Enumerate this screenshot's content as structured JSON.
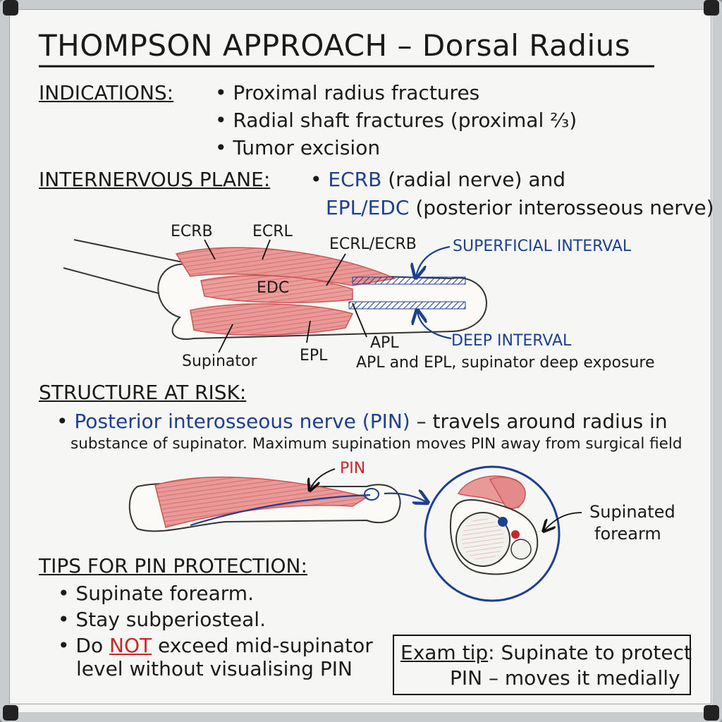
{
  "title": "THOMPSON APPROACH – Dorsal Radius",
  "indications": {
    "heading": "INDICATIONS",
    "items": [
      "Proximal radius fractures",
      "Radial shaft fractures (proximal ⅔)",
      "Tumor excision"
    ]
  },
  "internervous": {
    "heading": "INTERNERVOUS PLANE",
    "a": "ECRB",
    "a_nerve": "(radial nerve) and",
    "b": "EPL/EDC",
    "b_nerve": "(posterior interosseous nerve)"
  },
  "diagram1": {
    "ecrb": "ECRB",
    "ecrl": "ECRL",
    "ecrl_ecrb": "ECRL/ECRB",
    "superficial": "SUPERFICIAL INTERVAL",
    "edc": "EDC",
    "deep": "DEEP INTERVAL",
    "apl": "APL",
    "supinator": "Supinator",
    "epl": "EPL",
    "caption": "APL and EPL, supinator deep exposure"
  },
  "risk": {
    "heading": "STRUCTURE AT RISK",
    "pin": "Posterior interosseous nerve (PIN)",
    "line1_rest": "– travels around radius in",
    "line2": "substance of supinator. Maximum supination moves PIN away from surgical field"
  },
  "diagram2": {
    "pin": "PIN",
    "supinated_1": "Supinated",
    "supinated_2": "forearm"
  },
  "tips": {
    "heading": "TIPS FOR PIN PROTECTION",
    "t1": "Supinate forearm.",
    "t2": "Stay subperiosteal.",
    "t3a": "Do",
    "t3not": "NOT",
    "t3b": "exceed mid-supinator",
    "t3c": "level without visualising PIN"
  },
  "exam": {
    "label": "Exam tip",
    "line1": ": Supinate to protect",
    "line2": "PIN – moves it medially"
  },
  "colors": {
    "marker_blue": "#1d3f8f",
    "marker_red": "#c62828",
    "muscle": "#e48a8a",
    "board": "#f6f6f4"
  }
}
